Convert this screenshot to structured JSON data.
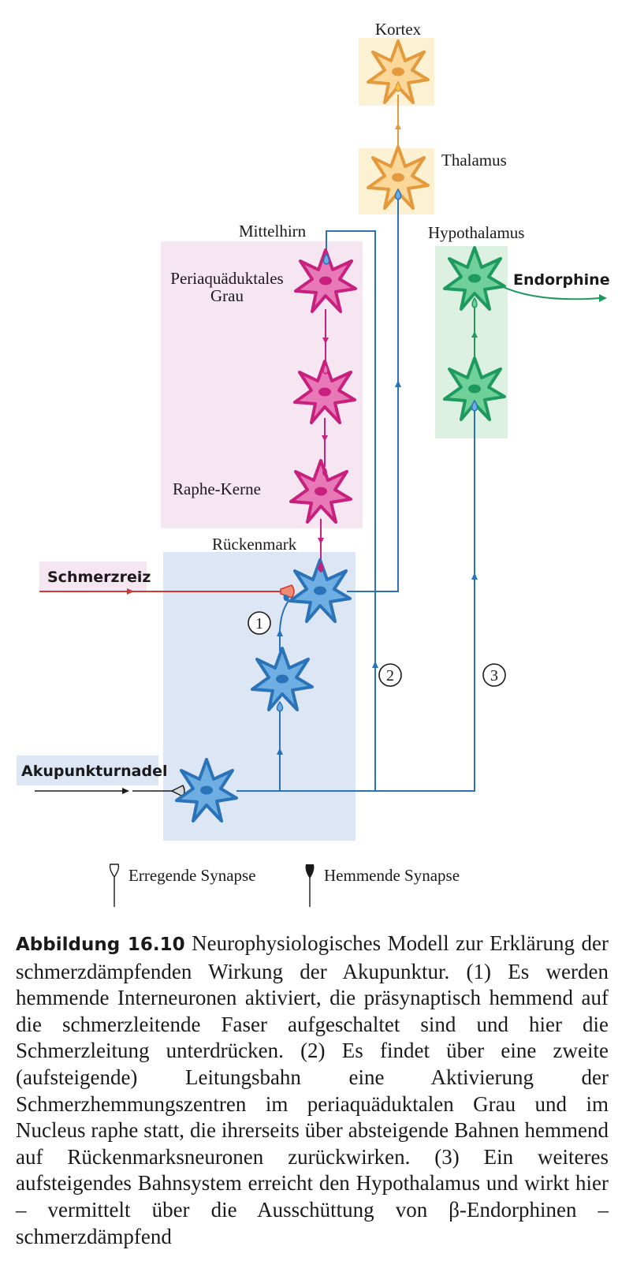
{
  "labels": {
    "kortex": "Kortex",
    "thalamus": "Thalamus",
    "mittelhirn": "Mittelhirn",
    "hypothalamus": "Hypothalamus",
    "endorphine": "Endorphine",
    "periaquaeduktales_line1": "Periaquäduktales",
    "periaquaeduktales_line2": "Grau",
    "raphe_kerne": "Raphe-Kerne",
    "rueckenmark": "Rückenmark",
    "schmerzreiz": "Schmerzreiz",
    "akupunkturnadel": "Akupunkturnadel"
  },
  "pathway_markers": [
    "1",
    "2",
    "3"
  ],
  "legend": {
    "excitatory": "Erregende Synapse",
    "inhibitory": "Hemmende Synapse"
  },
  "caption": {
    "figure_label": "Abbildung 16.10",
    "text": "Neurophysiologisches Modell zur Erklärung der schmerzdämpfenden Wirkung der Akupunktur. (1) Es werden hemmende Interneuronen aktiviert, die präsynaptisch hemmend auf die schmerzleitende Faser aufgeschaltet sind und hier die Schmerzleitung unterdrücken. (2) Es findet über eine zweite (aufsteigende) Leitungsbahn eine Aktivierung der Schmerzhemmungszentren im periaquäduktalen Grau und im Nucleus raphe statt, die ihrerseits über absteigende Bahnen hemmend auf Rückenmarksneuronen zurückwirken. (3) Ein weiteres aufsteigendes Bahnsystem erreicht den Hypothalamus und wirkt hier – vermittelt über die Ausschüttung von β-Endorphinen – schmerzdämpfend"
  },
  "colors": {
    "cortex_bg": "#fdf1d4",
    "cortex_neuron": "#e49a3c",
    "cortex_fill": "#fbd89a",
    "magenta_bg": "#f6e6f2",
    "magenta": "#c8207e",
    "magenta_fill": "#e77ab6",
    "green_bg": "#dcf1e2",
    "green": "#1f9a5f",
    "green_fill": "#6fd09a",
    "blue_bg": "#dde6f5",
    "blue": "#2a73b8",
    "blue_fill": "#6eaee3",
    "pain_red": "#d0392f",
    "schmerzreiz_bg": "#f6e6f2",
    "akupunktur_bg": "#dde6f5"
  }
}
